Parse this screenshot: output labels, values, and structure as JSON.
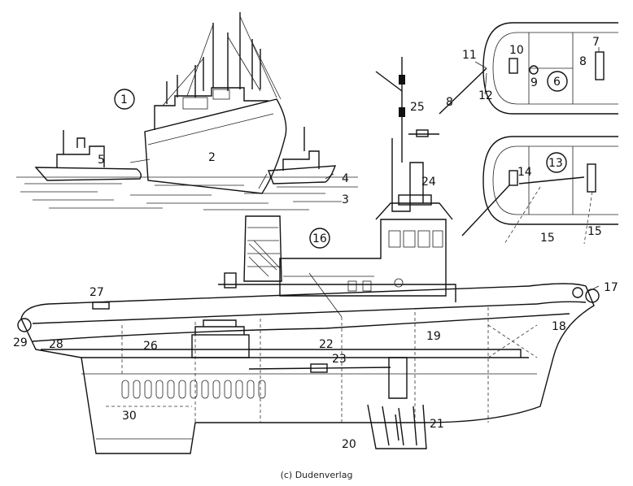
{
  "credit": "(c) Dudenverlag",
  "labels": {
    "n1": "1",
    "n2": "2",
    "n3": "3",
    "n4": "4",
    "n5": "5",
    "n6": "6",
    "n7": "7",
    "n8a": "8",
    "n8b": "8",
    "n9": "9",
    "n10": "10",
    "n11": "11",
    "n12": "12",
    "n13": "13",
    "n14": "14",
    "n15a": "15",
    "n15b": "15",
    "n16": "16",
    "n17": "17",
    "n18": "18",
    "n19": "19",
    "n20": "20",
    "n21": "21",
    "n22": "22",
    "n23": "23",
    "n24": "24",
    "n25": "25",
    "n26": "26",
    "n27": "27",
    "n28": "28",
    "n29": "29",
    "n30": "30"
  }
}
